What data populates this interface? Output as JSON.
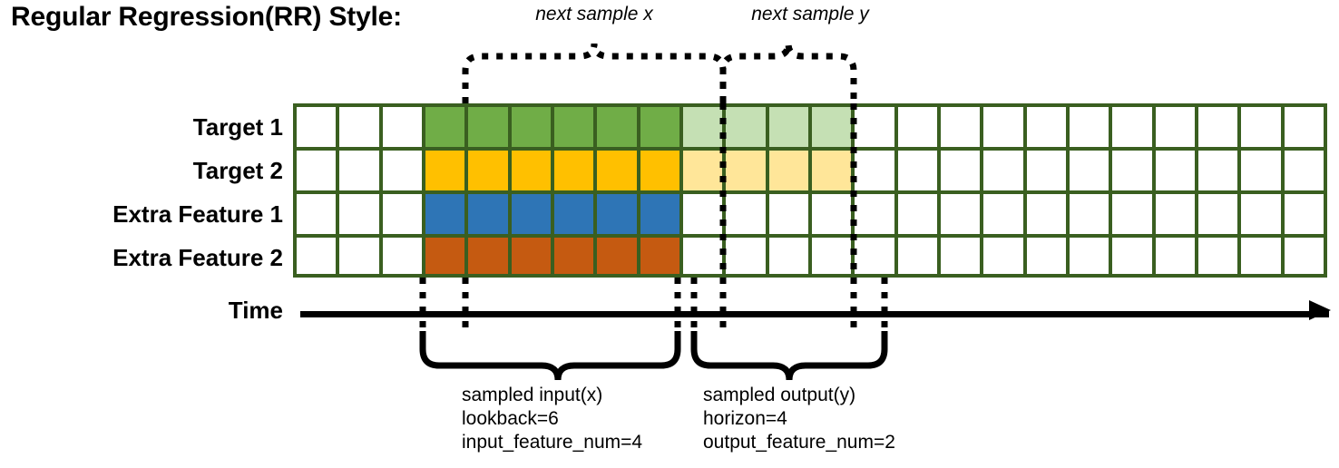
{
  "title": "Regular Regression(RR) Style:",
  "grid": {
    "columns": 24,
    "rows": [
      {
        "label": "Target 1",
        "name": "target-1"
      },
      {
        "label": "Target 2",
        "name": "target-2"
      },
      {
        "label": "Extra Feature 1",
        "name": "extra-feature-1"
      },
      {
        "label": "Extra Feature 2",
        "name": "extra-feature-2"
      }
    ],
    "fills": [
      [
        "#ffffff",
        "#ffffff",
        "#ffffff",
        "#70ad47",
        "#70ad47",
        "#70ad47",
        "#70ad47",
        "#70ad47",
        "#70ad47",
        "#c5e0b4",
        "#c5e0b4",
        "#c5e0b4",
        "#c5e0b4",
        "#ffffff",
        "#ffffff",
        "#ffffff",
        "#ffffff",
        "#ffffff",
        "#ffffff",
        "#ffffff",
        "#ffffff",
        "#ffffff",
        "#ffffff",
        "#ffffff"
      ],
      [
        "#ffffff",
        "#ffffff",
        "#ffffff",
        "#ffc000",
        "#ffc000",
        "#ffc000",
        "#ffc000",
        "#ffc000",
        "#ffc000",
        "#ffe699",
        "#ffe699",
        "#ffe699",
        "#ffe699",
        "#ffffff",
        "#ffffff",
        "#ffffff",
        "#ffffff",
        "#ffffff",
        "#ffffff",
        "#ffffff",
        "#ffffff",
        "#ffffff",
        "#ffffff",
        "#ffffff"
      ],
      [
        "#ffffff",
        "#ffffff",
        "#ffffff",
        "#2e75b6",
        "#2e75b6",
        "#2e75b6",
        "#2e75b6",
        "#2e75b6",
        "#2e75b6",
        "#ffffff",
        "#ffffff",
        "#ffffff",
        "#ffffff",
        "#ffffff",
        "#ffffff",
        "#ffffff",
        "#ffffff",
        "#ffffff",
        "#ffffff",
        "#ffffff",
        "#ffffff",
        "#ffffff",
        "#ffffff",
        "#ffffff"
      ],
      [
        "#ffffff",
        "#ffffff",
        "#ffffff",
        "#c55a11",
        "#c55a11",
        "#c55a11",
        "#c55a11",
        "#c55a11",
        "#c55a11",
        "#ffffff",
        "#ffffff",
        "#ffffff",
        "#ffffff",
        "#ffffff",
        "#ffffff",
        "#ffffff",
        "#ffffff",
        "#ffffff",
        "#ffffff",
        "#ffffff",
        "#ffffff",
        "#ffffff",
        "#ffffff",
        "#ffffff"
      ]
    ],
    "border_color": "#3a5f20"
  },
  "time_axis": {
    "label": "Time",
    "arrow_color": "#000000"
  },
  "annotations": {
    "top": [
      {
        "name": "next-sample-x",
        "text": "next sample x"
      },
      {
        "name": "next-sample-y",
        "text": "next sample y"
      }
    ],
    "bottom": [
      {
        "name": "sampled-input",
        "line1": "sampled input(x)",
        "line2": "lookback=6",
        "line3": "input_feature_num=4"
      },
      {
        "name": "sampled-output",
        "line1": "sampled output(y)",
        "line2": "horizon=4",
        "line3": "output_feature_num=2"
      }
    ]
  },
  "colors": {
    "target_1": "#70ad47",
    "target_1_future": "#c5e0b4",
    "target_2": "#ffc000",
    "target_2_future": "#ffe699",
    "extra_feature_1": "#2e75b6",
    "extra_feature_2": "#c55a11",
    "grid_border": "#3a5f20"
  }
}
